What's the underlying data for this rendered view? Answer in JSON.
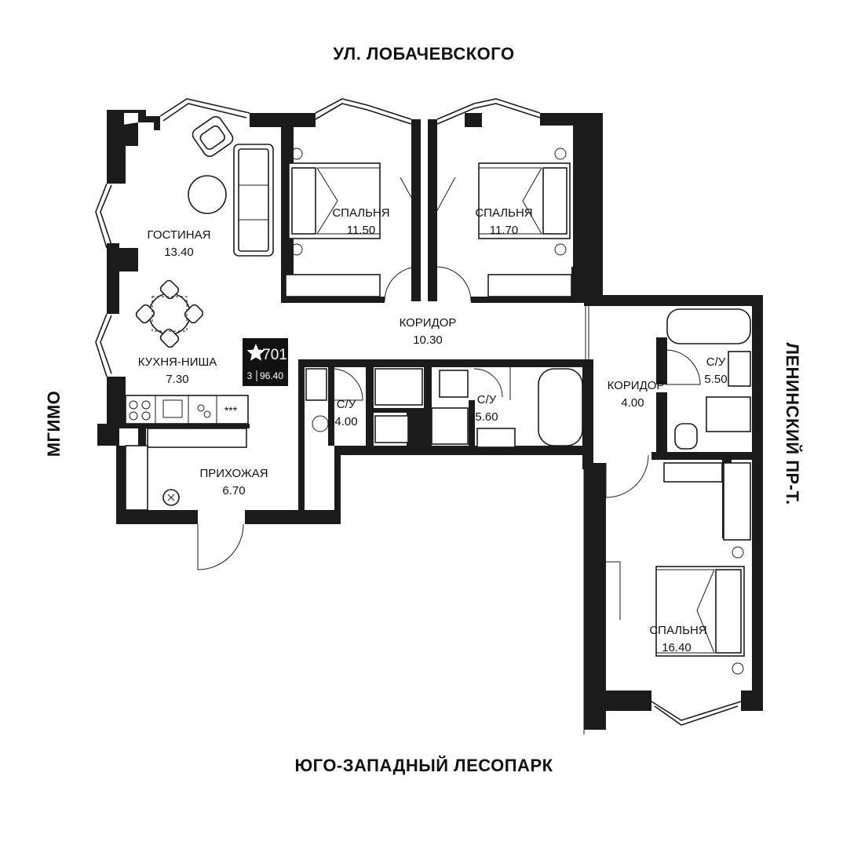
{
  "streets": {
    "top": "УЛ. ЛОБАЧЕВСКОГО",
    "bottom": "ЮГО-ЗАПАДНЫЙ ЛЕСОПАРК",
    "left": "МГИМО",
    "right": "ЛЕНИНСКИЙ ПР-Т."
  },
  "rooms": {
    "living": {
      "name": "ГОСТИНАЯ",
      "area": "13.40"
    },
    "bed1": {
      "name": "СПАЛЬНЯ",
      "area": "11.50"
    },
    "bed2": {
      "name": "СПАЛЬНЯ",
      "area": "11.70"
    },
    "corridor1": {
      "name": "КОРИДОР",
      "area": "10.30"
    },
    "kitchen": {
      "name": "КУХНЯ-НИША",
      "area": "7.30"
    },
    "hall": {
      "name": "ПРИХОЖАЯ",
      "area": "6.70"
    },
    "bath1": {
      "name": "С/У",
      "area": "4.00"
    },
    "bath2": {
      "name": "С/У",
      "area": "5.60"
    },
    "corridor2": {
      "name": "КОРИДОР",
      "area": "4.00"
    },
    "bath3": {
      "name": "С/У",
      "area": "5.50"
    },
    "bed3": {
      "name": "СПАЛЬНЯ",
      "area": "16.40"
    }
  },
  "badge": {
    "icon": "star-icon",
    "number": "701",
    "rooms": "3",
    "area": "96.40"
  },
  "colors": {
    "wall": "#1b1b1b",
    "badge_bg": "#111111",
    "background": "#ffffff"
  }
}
